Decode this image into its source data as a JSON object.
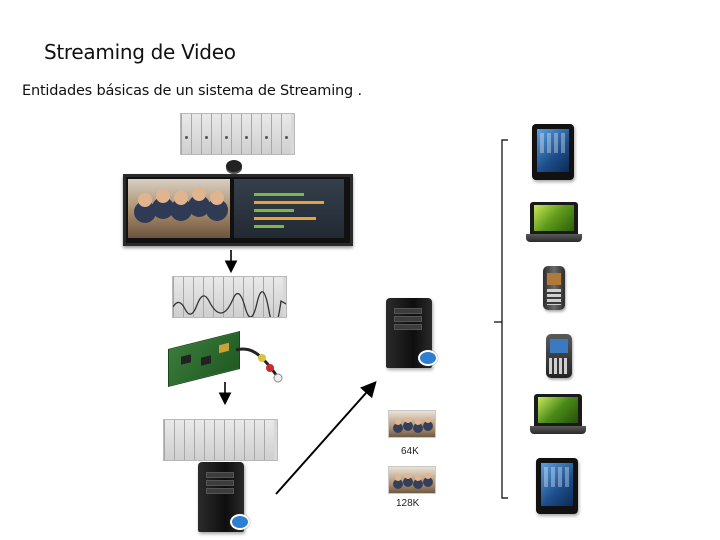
{
  "title": "Streaming de Video",
  "subtitle": "Entidades básicas de un sistema de  Streaming .",
  "renditions": [
    {
      "label": "64K"
    },
    {
      "label": "128K"
    }
  ],
  "devices": [
    {
      "type": "tablet",
      "icon": "tablet-icon"
    },
    {
      "type": "laptop",
      "icon": "laptop-icon"
    },
    {
      "type": "phone",
      "icon": "mobile-phone-icon"
    },
    {
      "type": "smartphone",
      "icon": "blackberry-phone-icon"
    },
    {
      "type": "laptop",
      "icon": "laptop-icon"
    },
    {
      "type": "tablet",
      "icon": "tablet-icon"
    }
  ],
  "colors": {
    "arrow": "#000000",
    "bracket": "#000000",
    "background": "#ffffff"
  }
}
